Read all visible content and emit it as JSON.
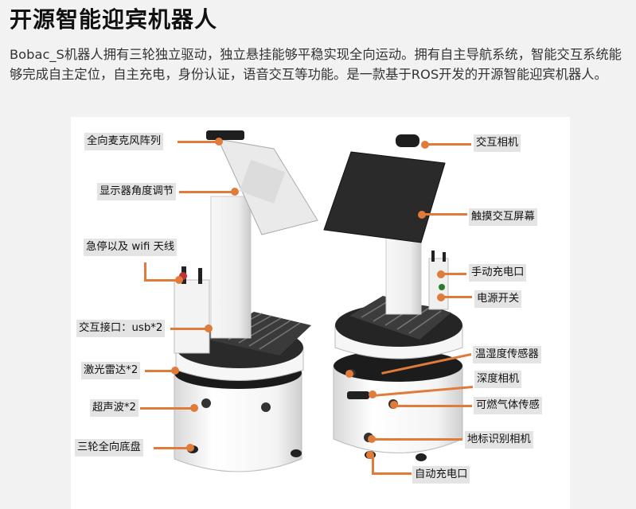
{
  "title": "开源智能迎宾机器人",
  "intro": "Bobac_S机器人拥有三轮独立驱动，独立悬挂能够平稳实现全向运动。拥有自主导航系统，智能交互系统能够完成自主定位，自主充电，身份认证，语音交互等功能。是一款基于ROS开发的开源智能迎宾机器人。",
  "accent_color": "#e07b3a",
  "labels": {
    "mic_array": "全向麦克风阵列",
    "display_angle": "显示器角度调节",
    "estop_wifi": "急停以及 wifi 天线",
    "usb_port": "交互接口：usb*2",
    "lidar": "激光雷达*2",
    "ultrasonic": "超声波*2",
    "chassis": "三轮全向底盘",
    "camera": "交互相机",
    "touchscreen": "触摸交互屏幕",
    "manual_charge": "手动充电口",
    "power_switch": "电源开关",
    "temp_sensor": "温湿度传感器",
    "depth_camera": "深度相机",
    "gas_sensor": "可燃气体传感",
    "landmark_camera": "地标识别相机",
    "auto_charge": "自动充电口"
  }
}
